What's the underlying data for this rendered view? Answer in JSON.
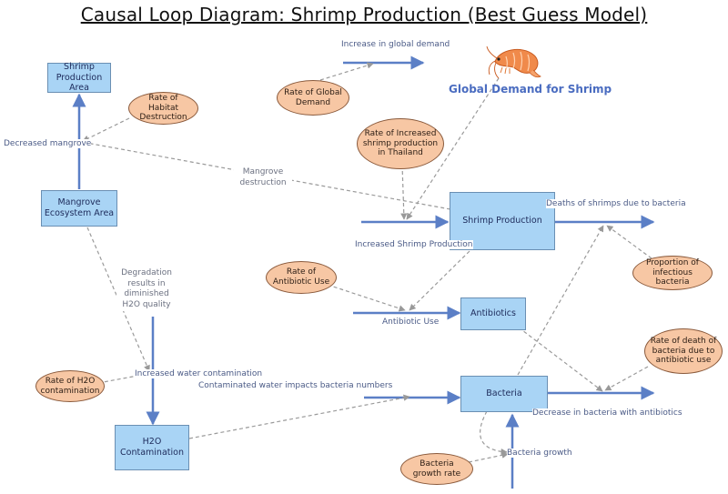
{
  "title": "Causal Loop Diagram: Shrimp Production (Best Guess Model)",
  "stocks": {
    "shrimp_production_area": "Shrimp Production Area",
    "mangrove_ecosystem_area": "Mangrove Ecosystem Area",
    "shrimp_production": "Shrimp Production",
    "antibiotics": "Antibiotics",
    "bacteria": "Bacteria",
    "h2o_contamination": "H2O Contamination"
  },
  "auxiliaries": {
    "rate_habitat_destruction": "Rate of Habitat Destruction",
    "rate_global_demand": "Rate of Global Demand",
    "rate_increased_shrimp_thailand": "Rate of Increased shrimp production in Thailand",
    "rate_antibiotic_use": "Rate of Antibiotic Use",
    "proportion_infectious_bacteria": "Proportion of infectious bacteria",
    "rate_death_bacteria": "Rate of death of bacteria due to antibiotic use",
    "rate_h2o_contamination": "Rate of H2O contamination",
    "bacteria_growth_rate": "Bacteria growth rate"
  },
  "flows": {
    "decreased_mangrove": "Decreased mangrove",
    "increase_global_demand": "Increase in global demand",
    "increased_shrimp_production": "Increased Shrimp Production",
    "deaths_of_shrimps": "Deaths of shrimps due to bacteria",
    "antibiotic_use": "Antibiotic Use",
    "increased_water_contamination": "Increased water contamination",
    "contaminated_water_bacteria": "Contaminated water impacts bacteria numbers",
    "decrease_bacteria_antibiotics": "Decrease in bacteria with antibiotics",
    "bacteria_growth": "Bacteria growth"
  },
  "notes": {
    "mangrove_destruction": "Mangrove destruction",
    "degradation": "Degradation results in diminished H2O quality"
  },
  "global_demand_label": "Global Demand for Shrimp",
  "colors": {
    "stock_fill": "#a9d4f5",
    "aux_fill": "#f7c7a4",
    "flow_arrow": "#5b7fc6",
    "link_dashed": "#9a9a9a",
    "demand_text": "#4a6cc0"
  },
  "icons": [
    "shrimp-icon"
  ]
}
